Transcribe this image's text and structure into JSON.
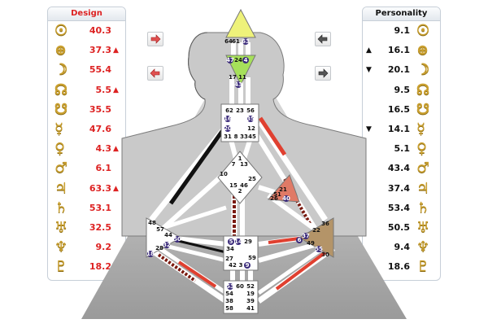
{
  "design": {
    "title": "Design",
    "rows": [
      {
        "planet": "sun-icon",
        "glyph": "☉",
        "value": "40.3",
        "mark": ""
      },
      {
        "planet": "earth-icon",
        "glyph": "⊕",
        "value": "37.3",
        "mark": "▲"
      },
      {
        "planet": "moon-icon",
        "glyph": "☽",
        "value": "55.4",
        "mark": ""
      },
      {
        "planet": "north-node-icon",
        "glyph": "☊",
        "value": "5.5",
        "mark": "▲"
      },
      {
        "planet": "south-node-icon",
        "glyph": "☋",
        "value": "35.5",
        "mark": ""
      },
      {
        "planet": "mercury-icon",
        "glyph": "☿",
        "value": "47.6",
        "mark": ""
      },
      {
        "planet": "venus-icon",
        "glyph": "♀",
        "value": "4.3",
        "mark": "▲"
      },
      {
        "planet": "mars-icon",
        "glyph": "♂",
        "value": "6.1",
        "mark": ""
      },
      {
        "planet": "jupiter-icon",
        "glyph": "♃",
        "value": "63.3",
        "mark": "▲"
      },
      {
        "planet": "saturn-icon",
        "glyph": "♄",
        "value": "53.1",
        "mark": ""
      },
      {
        "planet": "uranus-icon",
        "glyph": "♅",
        "value": "32.5",
        "mark": ""
      },
      {
        "planet": "neptune-icon",
        "glyph": "♆",
        "value": "9.2",
        "mark": ""
      },
      {
        "planet": "pluto-icon",
        "glyph": "♇",
        "value": "18.2",
        "mark": "▲"
      }
    ]
  },
  "personality": {
    "title": "Personality",
    "rows": [
      {
        "planet": "sun-icon",
        "glyph": "☉",
        "value": "9.1",
        "mark": ""
      },
      {
        "planet": "earth-icon",
        "glyph": "⊕",
        "value": "16.1",
        "mark": "▲"
      },
      {
        "planet": "moon-icon",
        "glyph": "☽",
        "value": "20.1",
        "mark": "▼"
      },
      {
        "planet": "north-node-icon",
        "glyph": "☊",
        "value": "9.5",
        "mark": ""
      },
      {
        "planet": "south-node-icon",
        "glyph": "☋",
        "value": "16.5",
        "mark": ""
      },
      {
        "planet": "mercury-icon",
        "glyph": "☿",
        "value": "14.1",
        "mark": "▼"
      },
      {
        "planet": "venus-icon",
        "glyph": "♀",
        "value": "5.1",
        "mark": ""
      },
      {
        "planet": "mars-icon",
        "glyph": "♂",
        "value": "43.4",
        "mark": ""
      },
      {
        "planet": "jupiter-icon",
        "glyph": "♃",
        "value": "37.4",
        "mark": ""
      },
      {
        "planet": "saturn-icon",
        "glyph": "♄",
        "value": "53.4",
        "mark": ""
      },
      {
        "planet": "uranus-icon",
        "glyph": "♅",
        "value": "50.5",
        "mark": ""
      },
      {
        "planet": "neptune-icon",
        "glyph": "♆",
        "value": "9.4",
        "mark": ""
      },
      {
        "planet": "pluto-icon",
        "glyph": "♇",
        "value": "18.6",
        "mark": ""
      }
    ]
  },
  "colors": {
    "design_red": "#dd2222",
    "glyph_gold": "#caa030",
    "gate_circle": "#3a2a7a",
    "head_center": "#eef27a",
    "ajna_center": "#a6e05a",
    "spleen_center": "#b49468",
    "solar_plexus_center": "#b49468",
    "ego_center": "#e07a66"
  },
  "gates": {
    "head": [
      "64",
      "61",
      "63"
    ],
    "ajna": [
      "47",
      "24",
      "4",
      "17",
      "11",
      "43"
    ],
    "throat": [
      "62",
      "23",
      "56",
      "16",
      "35",
      "20",
      "12",
      "31",
      "8",
      "33",
      "45"
    ],
    "g": [
      "1",
      "7",
      "13",
      "10",
      "15",
      "46",
      "2",
      "25"
    ],
    "ego": [
      "21",
      "51",
      "26",
      "40"
    ],
    "spleen": [
      "48",
      "57",
      "44",
      "50",
      "32",
      "28",
      "18"
    ],
    "sacral": [
      "5",
      "14",
      "29",
      "34",
      "27",
      "42",
      "3",
      "59",
      "9"
    ],
    "solar": [
      "36",
      "22",
      "37",
      "6",
      "55",
      "49",
      "30"
    ],
    "root": [
      "53",
      "60",
      "52",
      "54",
      "19",
      "38",
      "39",
      "58",
      "41"
    ]
  }
}
